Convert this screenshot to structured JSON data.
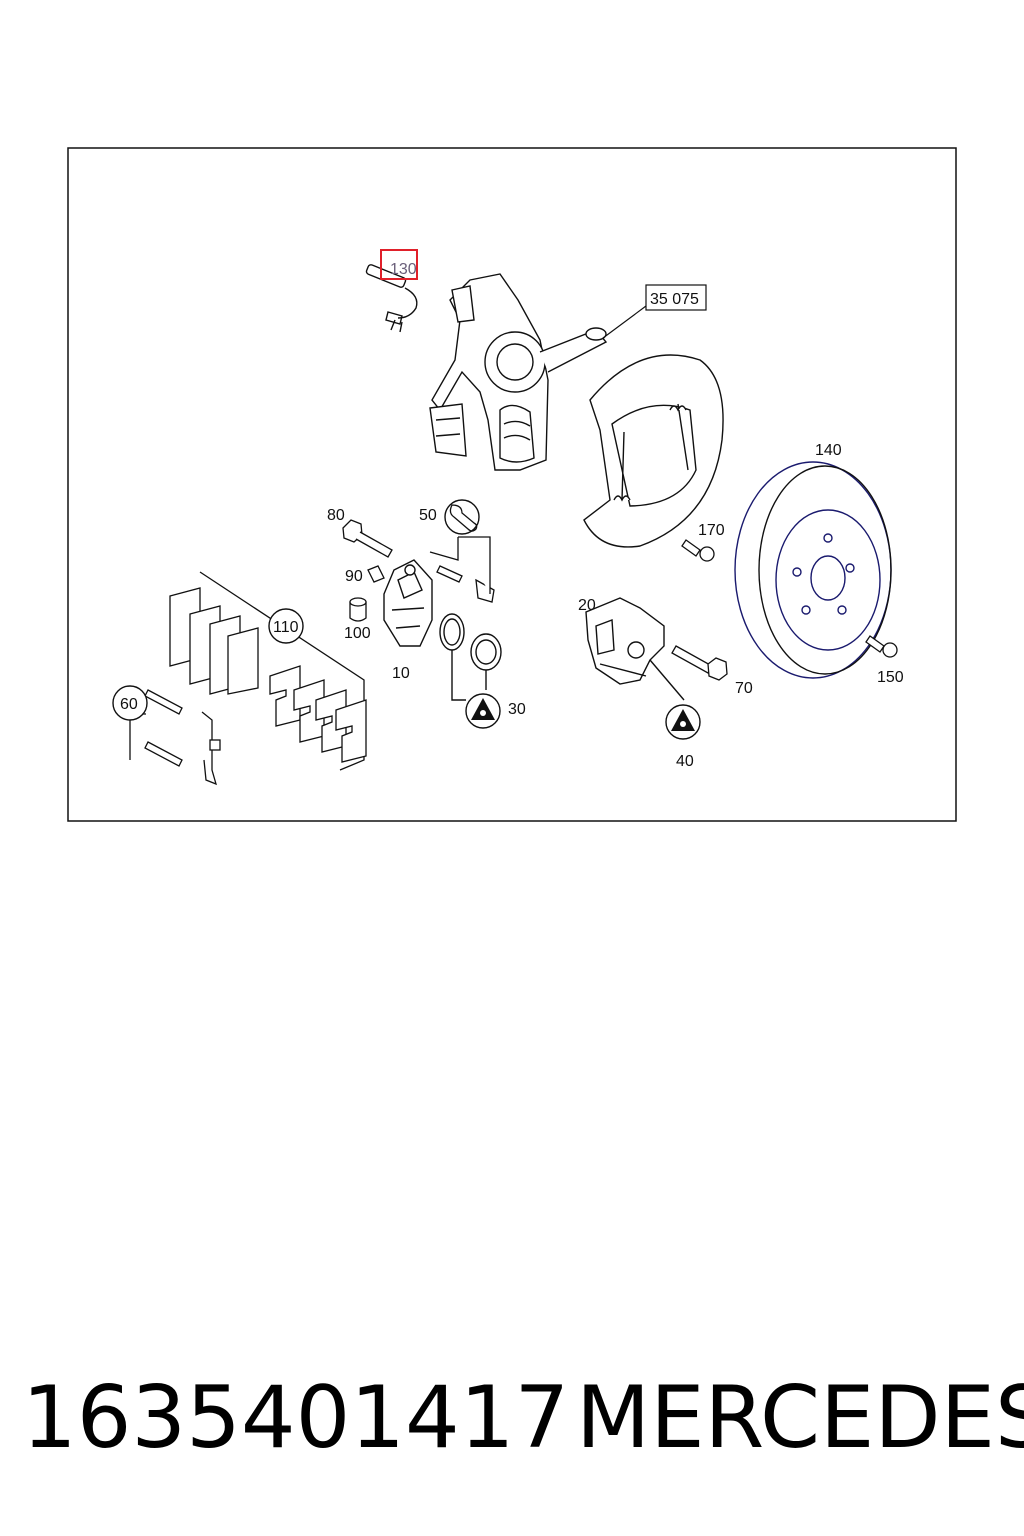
{
  "diagram": {
    "callouts": {
      "c130": "130",
      "c35075": "35 075",
      "c140": "140",
      "c80": "80",
      "c50": "50",
      "c170": "170",
      "c90": "90",
      "c100": "100",
      "c110": "110",
      "c10": "10",
      "c20": "20",
      "c60": "60",
      "c30": "30",
      "c70": "70",
      "c150": "150",
      "c40": "40"
    },
    "highlight_color": "#e0202a",
    "line_color": "#111111",
    "accent_color": "#1a1a6e"
  },
  "footer": {
    "part_number": "1635401417",
    "brand": "MERCEDES"
  }
}
